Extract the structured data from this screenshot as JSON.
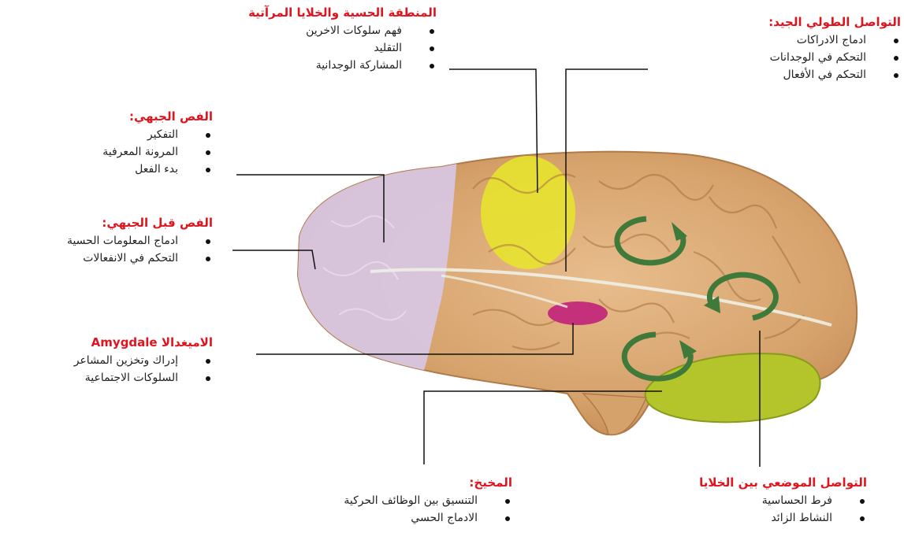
{
  "labels": {
    "sensory_mirror": {
      "title": "المنطقة الحسية والخلايا المرآتية",
      "items": [
        "فهم سلوكات الاخرين",
        "التقليد",
        "المشاركة الوجدانية"
      ]
    },
    "long_connectivity": {
      "title": "التواصل الطولي الجيد:",
      "items": [
        "ادماج الادراكات",
        "التحكم في الوجدانات",
        "التحكم في الأفعال"
      ]
    },
    "frontal_lobe": {
      "title": "الفص الجبهي:",
      "items": [
        "التفكير",
        "المرونة المعرفية",
        "بدء الفعل"
      ]
    },
    "prefrontal_lobe": {
      "title": "الفص قبل الجبهي:",
      "items": [
        "ادماج المعلومات الحسية",
        "التحكم في الانفعالات"
      ]
    },
    "amygdala": {
      "title": "الاميغدالا Amygdale",
      "items": [
        "إدراك وتخزين المشاعر",
        "السلوكات الاجتماعية"
      ]
    },
    "cerebellum": {
      "title": "المخيخ:",
      "items": [
        "التنسيق بين الوظائف الحركية",
        "الادماج الحسي"
      ]
    },
    "local_connectivity": {
      "title": "التواصل الموضعي بين الخلايا",
      "items": [
        "فرط الحساسية",
        "النشاط الزائد"
      ]
    }
  },
  "colors": {
    "title_red": "#e0141e",
    "brain_tan": "#d9a874",
    "prefrontal_lavender": "#d8c6e0",
    "sensory_yellow": "#e8e62a",
    "amygdala_magenta": "#c4307a",
    "cerebellum_green": "#b3c52a",
    "arrow_green": "#3f7a3a"
  },
  "icons": [
    "circular-arrow-icon"
  ]
}
